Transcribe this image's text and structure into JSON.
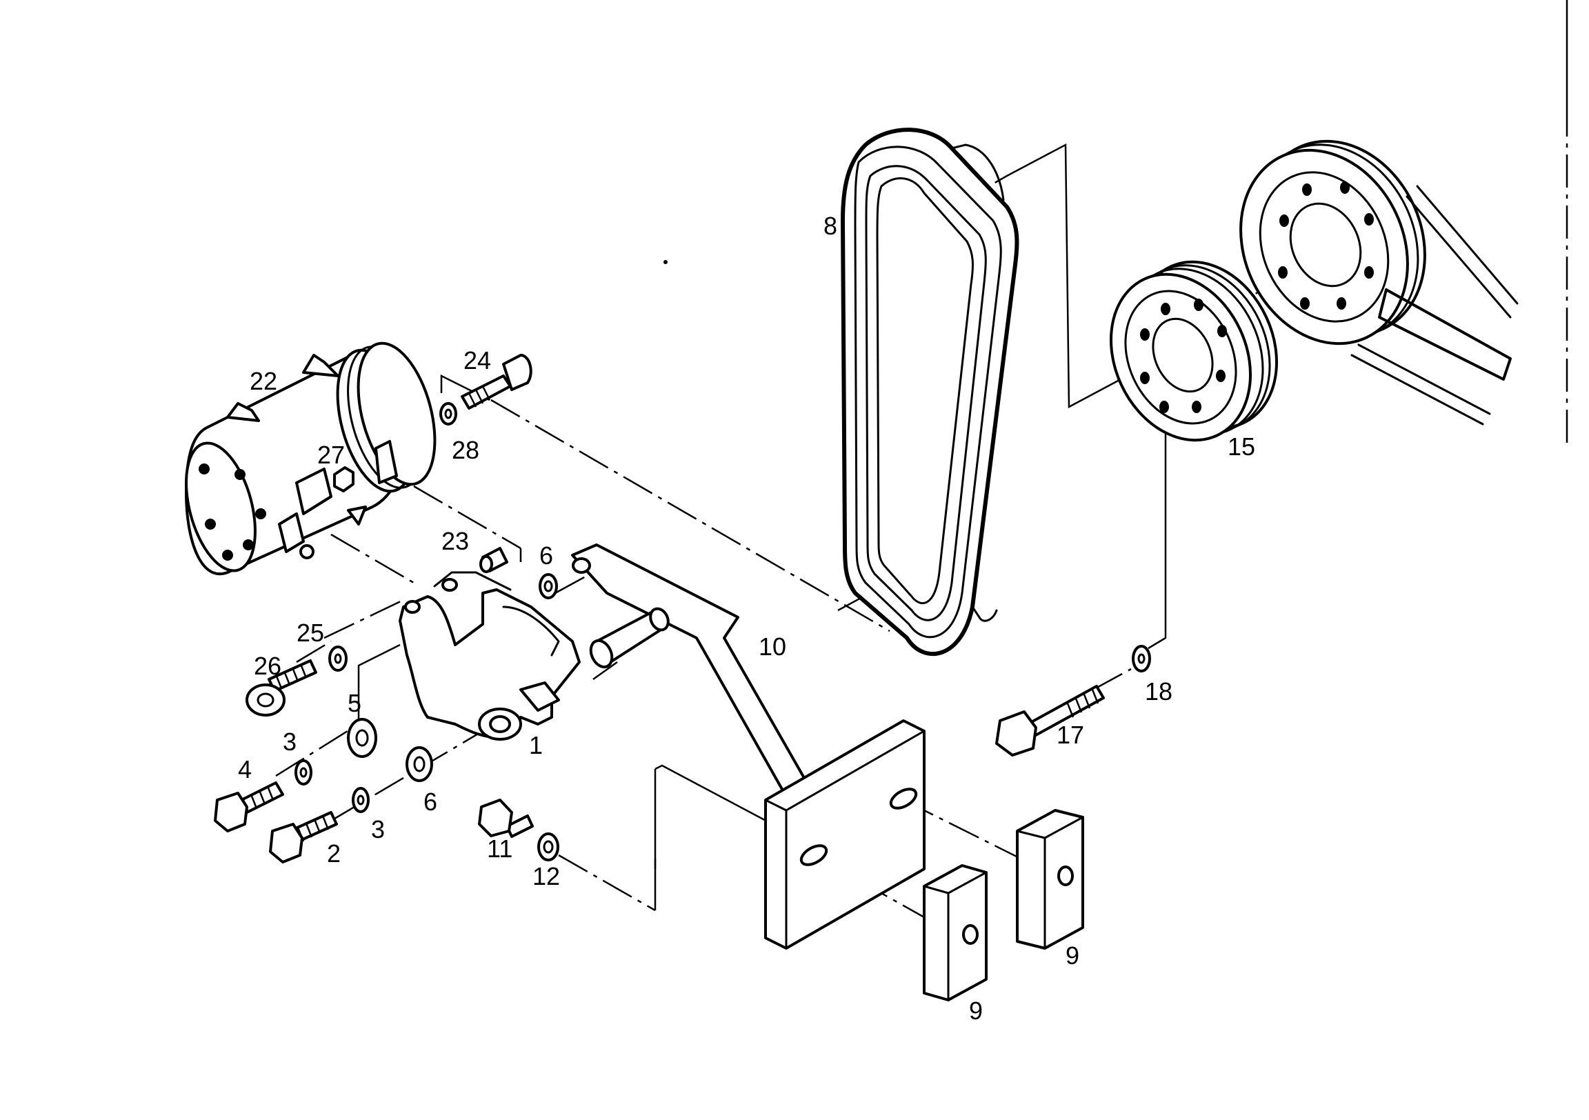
{
  "diagram": {
    "callouts": [
      {
        "id": "c22",
        "text": "22"
      },
      {
        "id": "c24",
        "text": "24"
      },
      {
        "id": "c28",
        "text": "28"
      },
      {
        "id": "c27",
        "text": "27"
      },
      {
        "id": "c23",
        "text": "23"
      },
      {
        "id": "c6a",
        "text": "6"
      },
      {
        "id": "c25",
        "text": "25"
      },
      {
        "id": "c26",
        "text": "26"
      },
      {
        "id": "c5",
        "text": "5"
      },
      {
        "id": "c3a",
        "text": "3"
      },
      {
        "id": "c4",
        "text": "4"
      },
      {
        "id": "c1",
        "text": "1"
      },
      {
        "id": "c6b",
        "text": "6"
      },
      {
        "id": "c3b",
        "text": "3"
      },
      {
        "id": "c2",
        "text": "2"
      },
      {
        "id": "c11",
        "text": "11"
      },
      {
        "id": "c12",
        "text": "12"
      },
      {
        "id": "c10",
        "text": "10"
      },
      {
        "id": "c8",
        "text": "8"
      },
      {
        "id": "c15",
        "text": "15"
      },
      {
        "id": "c17",
        "text": "17"
      },
      {
        "id": "c18",
        "text": "18"
      },
      {
        "id": "c9a",
        "text": "9"
      },
      {
        "id": "c9b",
        "text": "9"
      }
    ]
  }
}
